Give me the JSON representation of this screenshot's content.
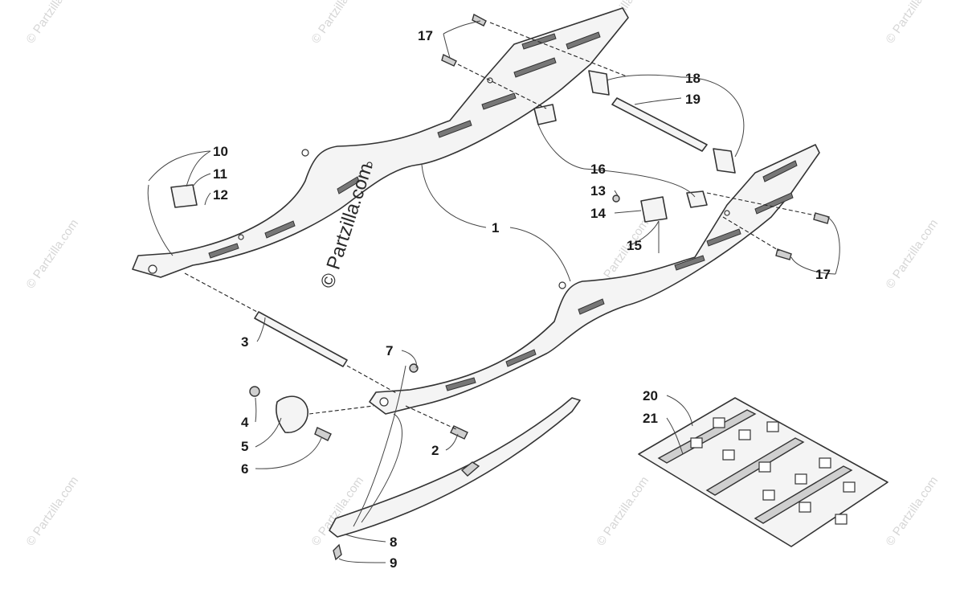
{
  "watermark": {
    "tile_text": "© Partzilla.com",
    "center_text": "© Partzilla.com"
  },
  "callouts": {
    "c1": "1",
    "c2": "2",
    "c3": "3",
    "c4": "4",
    "c5": "5",
    "c6": "6",
    "c7": "7",
    "c8": "8",
    "c9": "9",
    "c10": "10",
    "c11": "11",
    "c12": "12",
    "c13": "13",
    "c14": "14",
    "c15": "15",
    "c16": "16",
    "c17a": "17",
    "c17b": "17",
    "c18": "18",
    "c19": "19",
    "c20": "20",
    "c21": "21"
  }
}
